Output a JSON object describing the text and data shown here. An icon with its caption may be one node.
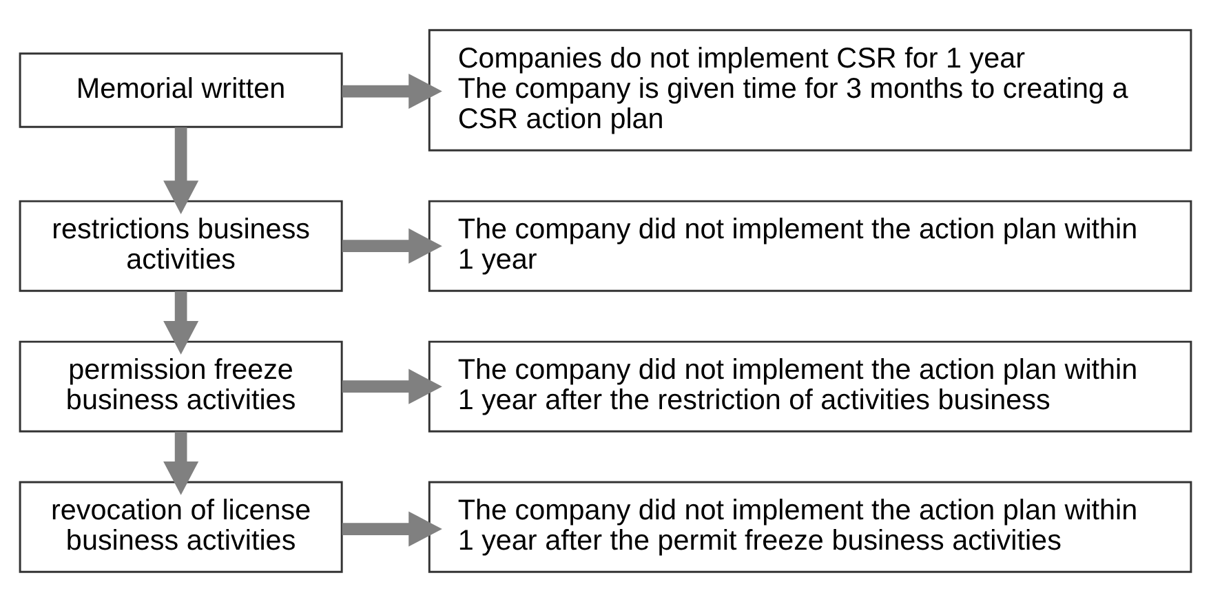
{
  "diagram": {
    "nodes": [
      {
        "text": [
          "Memorial written"
        ]
      },
      {
        "text": [
          "Companies do not implement CSR for 1 year",
          "The company is given time for 3 months to creating a CSR action plan"
        ]
      },
      {
        "text": [
          "restrictions business activities"
        ]
      },
      {
        "text": [
          "The company did not implement the action plan within 1 year"
        ]
      },
      {
        "text": [
          "permission freeze business activities"
        ]
      },
      {
        "text": [
          "The company did not implement the action plan within 1 year after the restriction of activities business"
        ]
      },
      {
        "text": [
          "revocation of license business activities"
        ]
      },
      {
        "text": [
          "The company did not implement the action plan within 1 year after the permit freeze business activities"
        ]
      }
    ],
    "edges": [
      {
        "from": 0,
        "to": 1,
        "arrow": "to"
      },
      {
        "from": 0,
        "to": 2,
        "arrow": "to"
      },
      {
        "from": 2,
        "to": 3,
        "arrow": "to"
      },
      {
        "from": 2,
        "to": 4,
        "arrow": "to"
      },
      {
        "from": 4,
        "to": 5,
        "arrow": "to"
      },
      {
        "from": 4,
        "to": 6,
        "arrow": "to"
      },
      {
        "from": 6,
        "to": 7,
        "arrow": "to"
      }
    ]
  }
}
